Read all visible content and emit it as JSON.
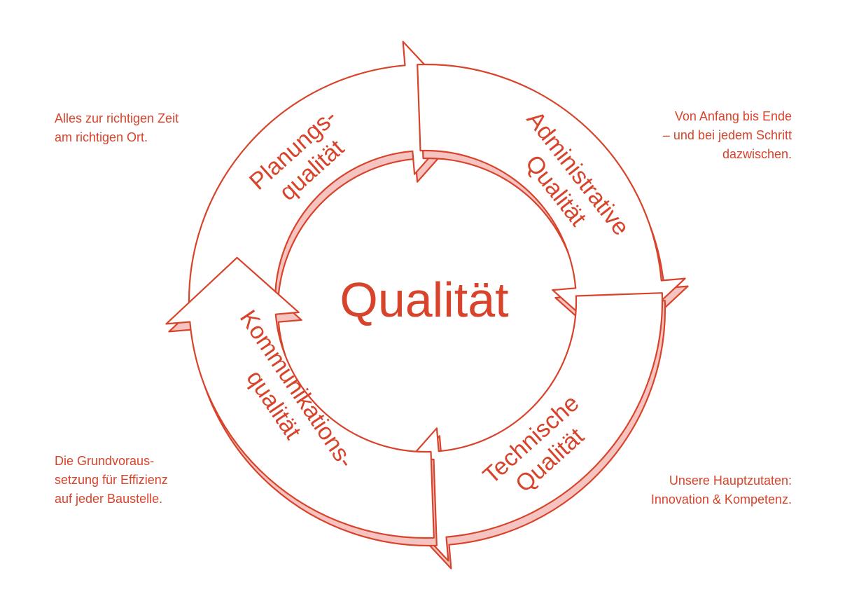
{
  "center_label": "Qualität",
  "segments": [
    {
      "id": "planung",
      "lines": [
        "Planungs-",
        "qualität"
      ]
    },
    {
      "id": "administrativ",
      "lines": [
        "Administrative",
        "Qualität"
      ]
    },
    {
      "id": "technisch",
      "lines": [
        "Technische",
        "Qualität"
      ]
    },
    {
      "id": "kommunikation",
      "lines": [
        "Kommunikations-",
        "qualität"
      ]
    }
  ],
  "notes": {
    "top_left": [
      "Alles zur richtigen Zeit",
      "am richtigen Ort."
    ],
    "top_right": [
      "Von Anfang bis Ende",
      "– und bei jedem Schritt",
      "dazwischen."
    ],
    "bottom_left": [
      "Die Grundvoraus-",
      "setzung für Effizienz",
      "auf jeder Baustelle."
    ],
    "bottom_right": [
      "Unsere Hauptzutaten:",
      "Innovation & Kompetenz."
    ]
  },
  "colors": {
    "accent": "#d8432b",
    "shade": "#f6c4c0",
    "background": "#ffffff"
  }
}
